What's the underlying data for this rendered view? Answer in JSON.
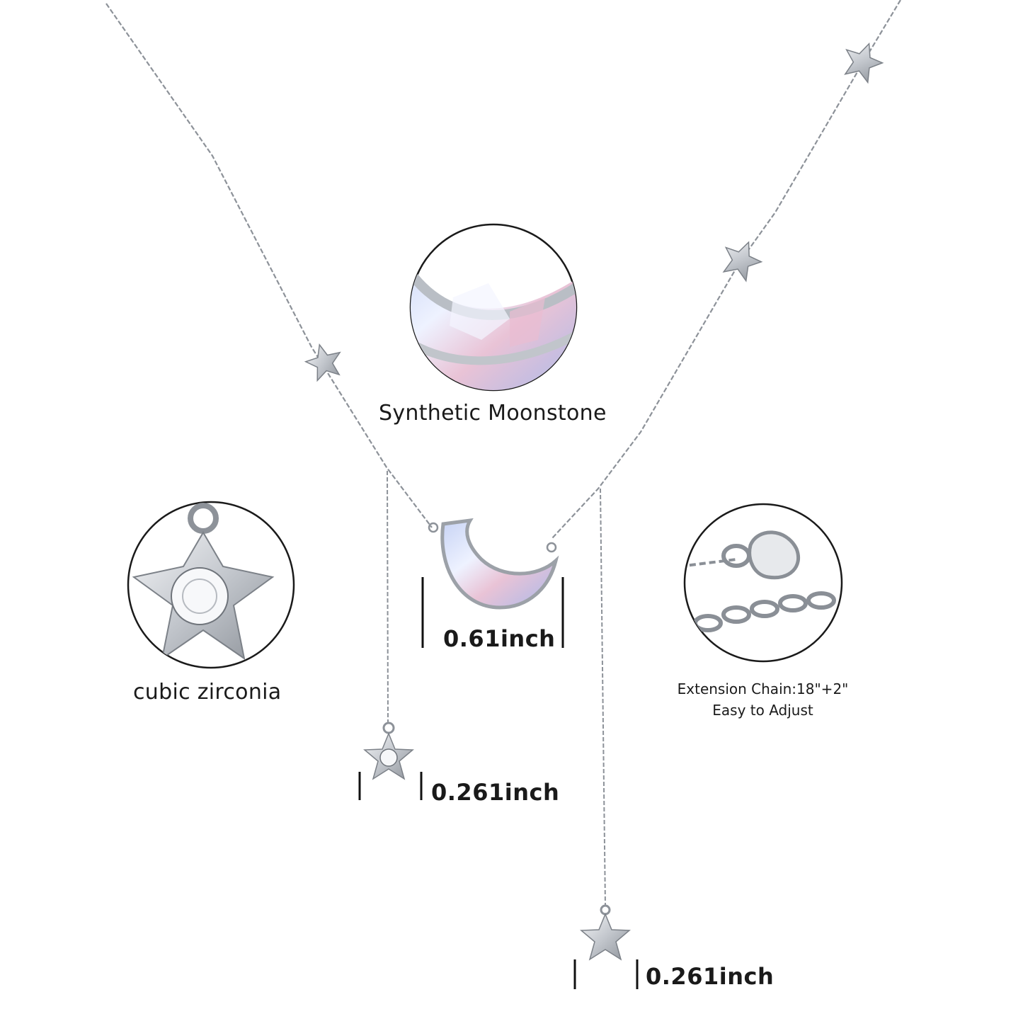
{
  "labels": {
    "moonstone": "Synthetic Moonstone",
    "zirconia": "cubic zirconia",
    "extension_line1": "Extension Chain:18\"+2\"",
    "extension_line2": "Easy to Adjust",
    "moon_size": "0.61inch",
    "small_star_size": "0.261inch",
    "bottom_star_size": "0.261inch"
  },
  "colors": {
    "silver": "#c9ccd1",
    "silver_dark": "#8a8f96",
    "moonstone_blue": "#b9c6ef",
    "moonstone_pink": "#e8bcd0",
    "circle_stroke": "#1a1a1a"
  }
}
